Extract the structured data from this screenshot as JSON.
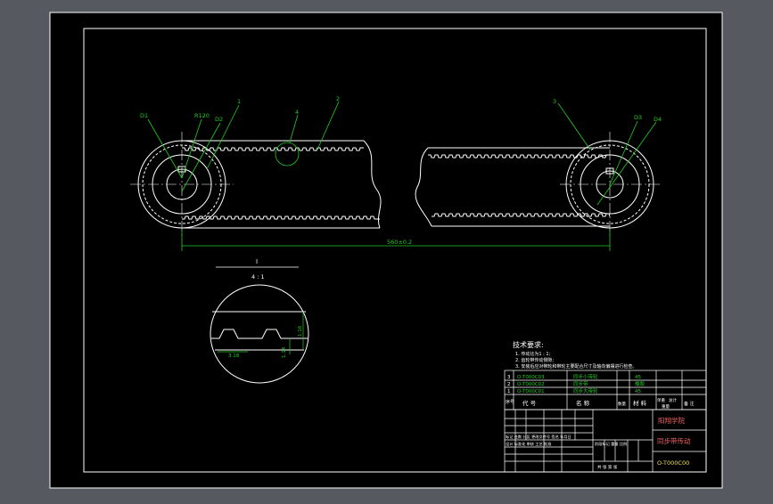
{
  "colors": {
    "background": "#56595f",
    "paper": "#000000",
    "line": "#ffffff",
    "annotation": "#22cc22",
    "label": "#f0e050"
  },
  "balloons": [
    "1",
    "2",
    "3",
    "4"
  ],
  "center_distance": "560±0.2",
  "left_pulley_dims": [
    "D1",
    "R120",
    "D2"
  ],
  "right_pulley_dims": [
    "D3",
    "D4"
  ],
  "detail": {
    "name": "I",
    "scale": "4 : 1",
    "dims": [
      "3.18",
      "1.14",
      "1.16"
    ]
  },
  "tech": {
    "title": "技术要求:",
    "items": [
      "1. 传动比为1 : 1;",
      "2. 齿轮带传动侧隙;",
      "3. 安装后应对带轮和带轮主要配合尺寸及轴向偏摆进行检查。"
    ]
  },
  "bom": [
    {
      "no": "3",
      "code": "O-T000C03",
      "name": "同步小带轮",
      "mat": "45"
    },
    {
      "no": "2",
      "code": "O-T000C02",
      "name": "同步带",
      "mat": "橡胶"
    },
    {
      "no": "1",
      "code": "O-T000C01",
      "name": "同步大带轮",
      "mat": "45"
    }
  ],
  "bom_header": {
    "no": "序号",
    "code": "代 号",
    "name": "名 称",
    "qty": "数量",
    "mat": "材 料",
    "w1": "单重",
    "w2": "总计",
    "w3": "重量",
    "rem": "备 注"
  },
  "title_block": {
    "school": "阳翔学院",
    "drawing_name": "同步带传动",
    "drawing_code": "O-T000C00",
    "mark_row": "标记 处数 分区 更改文件号 签名 年月日",
    "role_row": "设计 标准化 审核 工艺 批准",
    "note_row": "阶段标记 重量 比例",
    "sheet_row": "共 张 第 张"
  }
}
